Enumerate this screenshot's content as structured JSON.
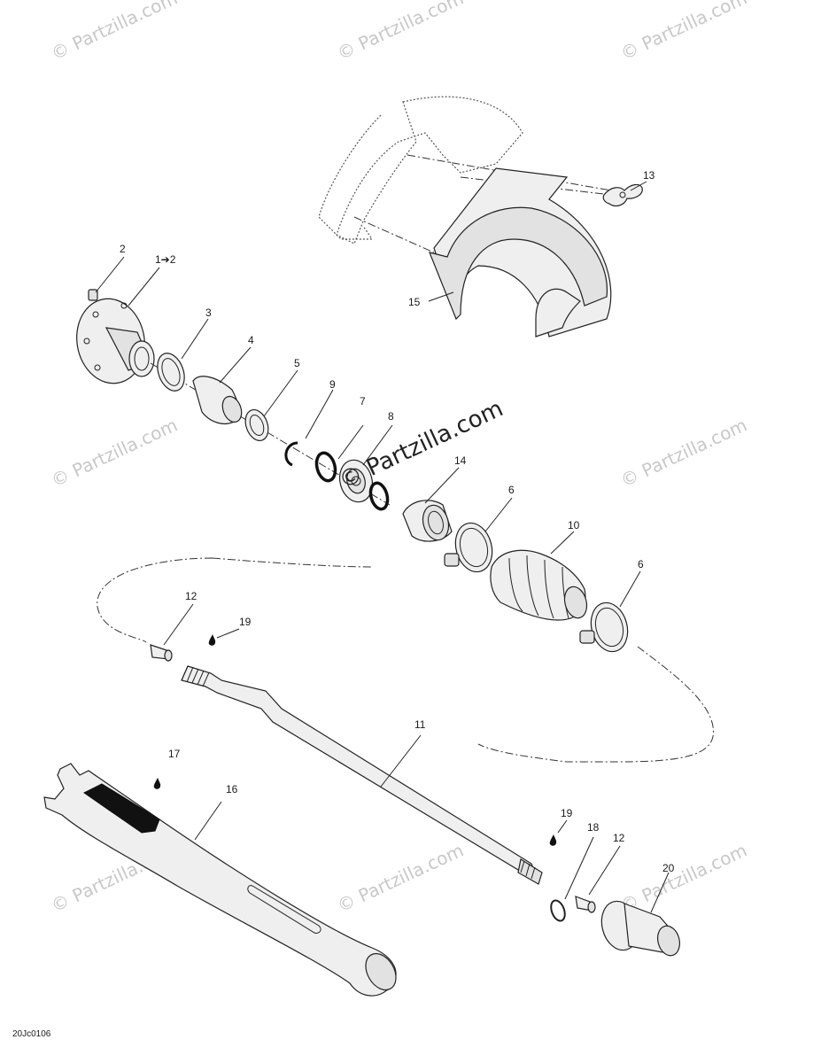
{
  "callouts": {
    "c1": "1➔2",
    "c2": "2",
    "c3": "3",
    "c4": "4",
    "c5": "5",
    "c6a": "6",
    "c6b": "6",
    "c7": "7",
    "c8": "8",
    "c9": "9",
    "c10": "10",
    "c11": "11",
    "c12a": "12",
    "c12b": "12",
    "c13": "13",
    "c14": "14",
    "c15": "15",
    "c16": "16",
    "c17": "17",
    "c18": "18",
    "c19a": "19",
    "c19b": "19",
    "c20": "20"
  },
  "drawing_code": "20Jc0106",
  "watermark": {
    "small": "© Partzilla.com",
    "center": "© Partzilla.com"
  }
}
